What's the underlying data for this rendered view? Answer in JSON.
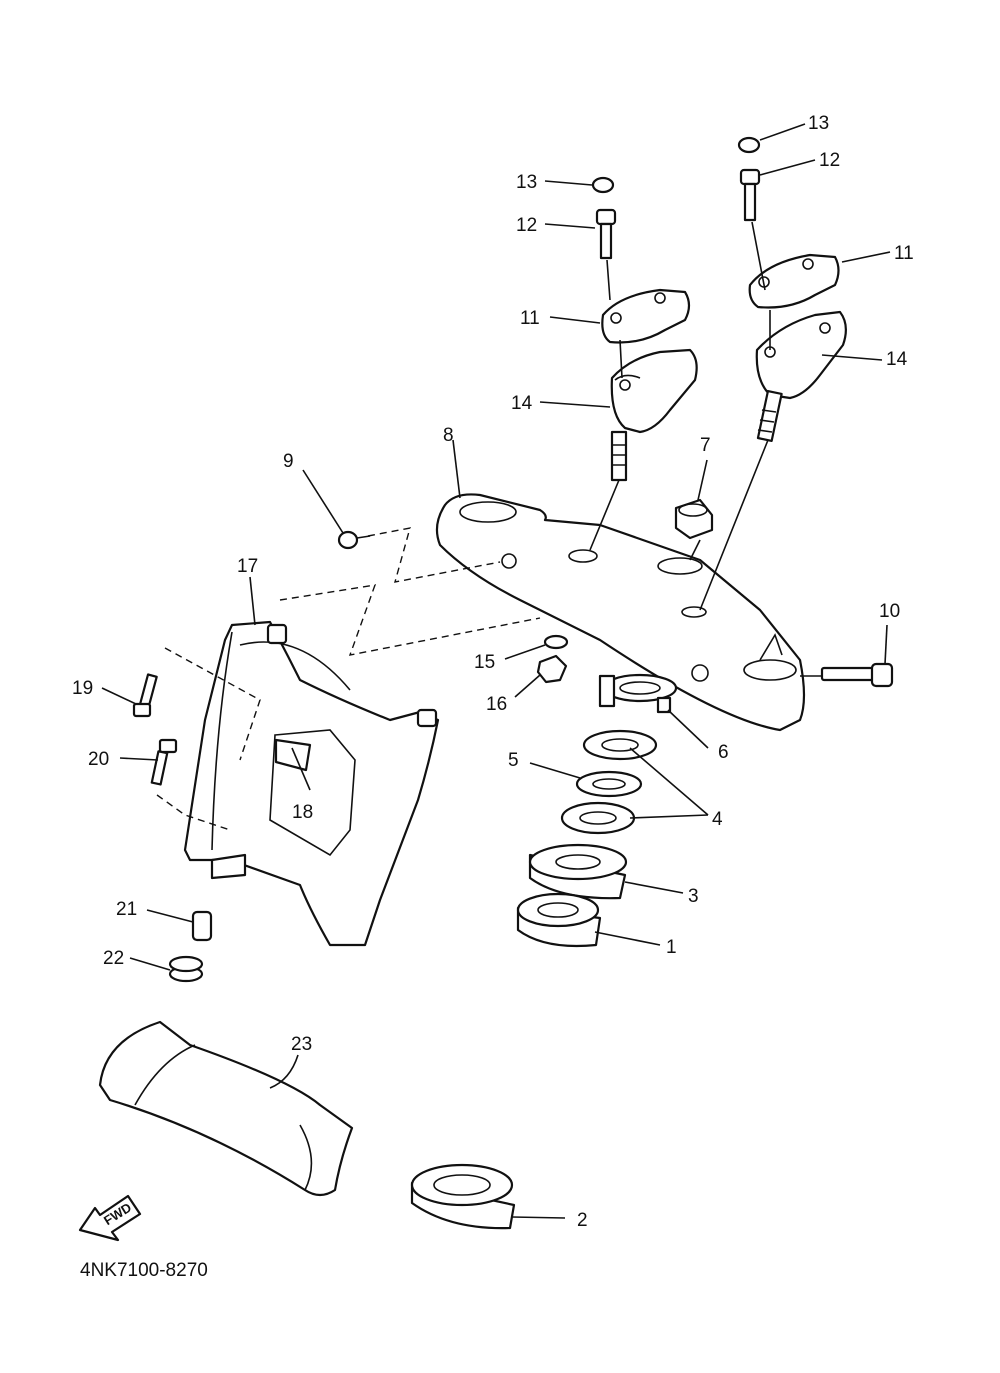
{
  "diagram": {
    "part_code": "4NK7100-8270",
    "direction_label": "FWD",
    "callouts": [
      "1",
      "2",
      "3",
      "4",
      "4",
      "5",
      "6",
      "7",
      "8",
      "9",
      "10",
      "11",
      "11",
      "12",
      "12",
      "13",
      "13",
      "14",
      "14",
      "15",
      "16",
      "17",
      "18",
      "19",
      "20",
      "21",
      "22",
      "23"
    ]
  }
}
